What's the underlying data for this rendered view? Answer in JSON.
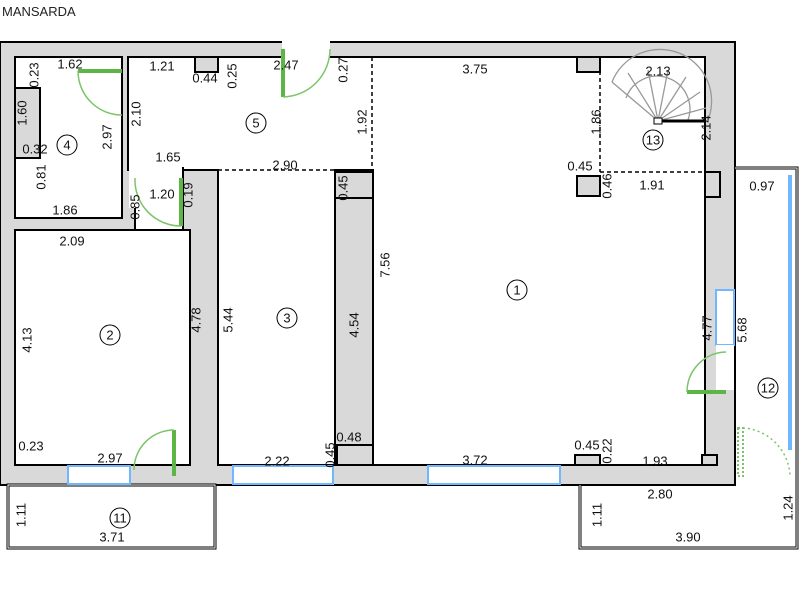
{
  "title": "MANSARDA",
  "rooms": [
    "1",
    "2",
    "3",
    "4",
    "5",
    "11",
    "12",
    "13"
  ],
  "dims": [
    "1.62",
    "1.21",
    "0.44",
    "0.25",
    "2.47",
    "0.27",
    "3.75",
    "2.13",
    "0.23",
    "1.60",
    "2.10",
    "1.86",
    "1.92",
    "2.14",
    "2.97",
    "0.32",
    "1.65",
    "2.90",
    "0.45",
    "0.46",
    "1.91",
    "0.97",
    "0.81",
    "1.20",
    "0.85",
    "0.19",
    "0.45",
    "1.86",
    "2.09",
    "7.56",
    "4.13",
    "4.78",
    "5.44",
    "4.54",
    "4.77",
    "5.68",
    "0.23",
    "0.48",
    "0.45",
    "0.45",
    "0.22",
    "2.97",
    "2.22",
    "3.72",
    "1.93",
    "2.80",
    "1.11",
    "1.11",
    "1.24",
    "3.71",
    "3.90"
  ],
  "colors": {
    "wall": "#d9d9d9",
    "door": "#5cb544",
    "window": "#6fb7ff"
  }
}
